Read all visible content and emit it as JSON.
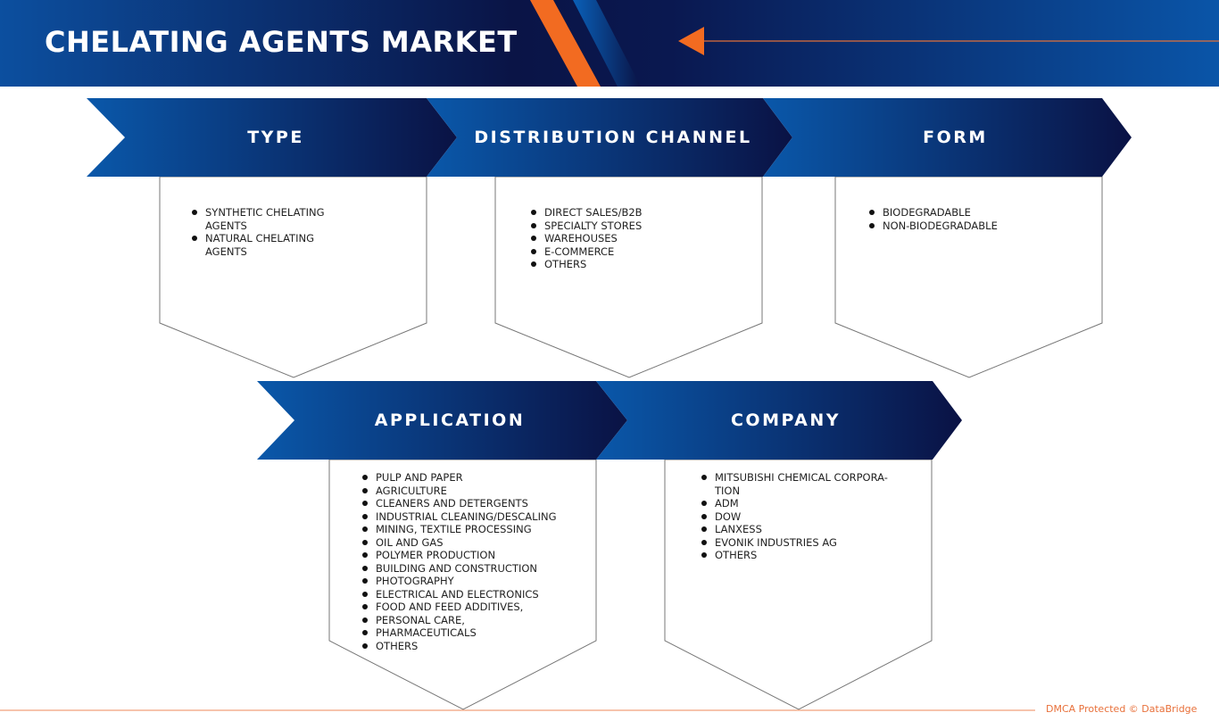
{
  "header": {
    "title": "CHELATING AGENTS MARKET"
  },
  "colors": {
    "navy": "#0a1446",
    "blue": "#0a56a8",
    "orange": "#f26b21"
  },
  "segments": [
    {
      "label": "TYPE",
      "items": [
        "SYNTHETIC CHELATING AGENTS",
        "NATURAL CHELATING AGENTS"
      ]
    },
    {
      "label": "DISTRIBUTION CHANNEL",
      "items": [
        "DIRECT SALES/B2B",
        "SPECIALTY STORES",
        "WAREHOUSES",
        "E-COMMERCE",
        "OTHERS"
      ]
    },
    {
      "label": "FORM",
      "items": [
        "BIODEGRADABLE",
        "NON-BIODEGRADABLE"
      ]
    },
    {
      "label": "APPLICATION",
      "items": [
        "PULP AND PAPER",
        "AGRICULTURE",
        "CLEANERS AND DETERGENTS",
        "INDUSTRIAL CLEANING/DESCALING",
        "MINING, TEXTILE PROCESSING",
        "OIL AND GAS",
        "POLYMER PRODUCTION",
        "BUILDING AND CONSTRUCTION",
        "PHOTOGRAPHY",
        "ELECTRICAL AND ELECTRONICS",
        "FOOD AND FEED ADDITIVES,",
        "PERSONAL CARE,",
        "PHARMACEUTICALS",
        "OTHERS"
      ]
    },
    {
      "label": "COMPANY",
      "items": [
        "MITSUBISHI CHEMICAL CORPORA-TION",
        "ADM",
        "DOW",
        "LANXESS",
        "EVONIK INDUSTRIES AG",
        "OTHERS"
      ]
    }
  ],
  "footer": {
    "text": "DMCA Protected © DataBridge"
  }
}
